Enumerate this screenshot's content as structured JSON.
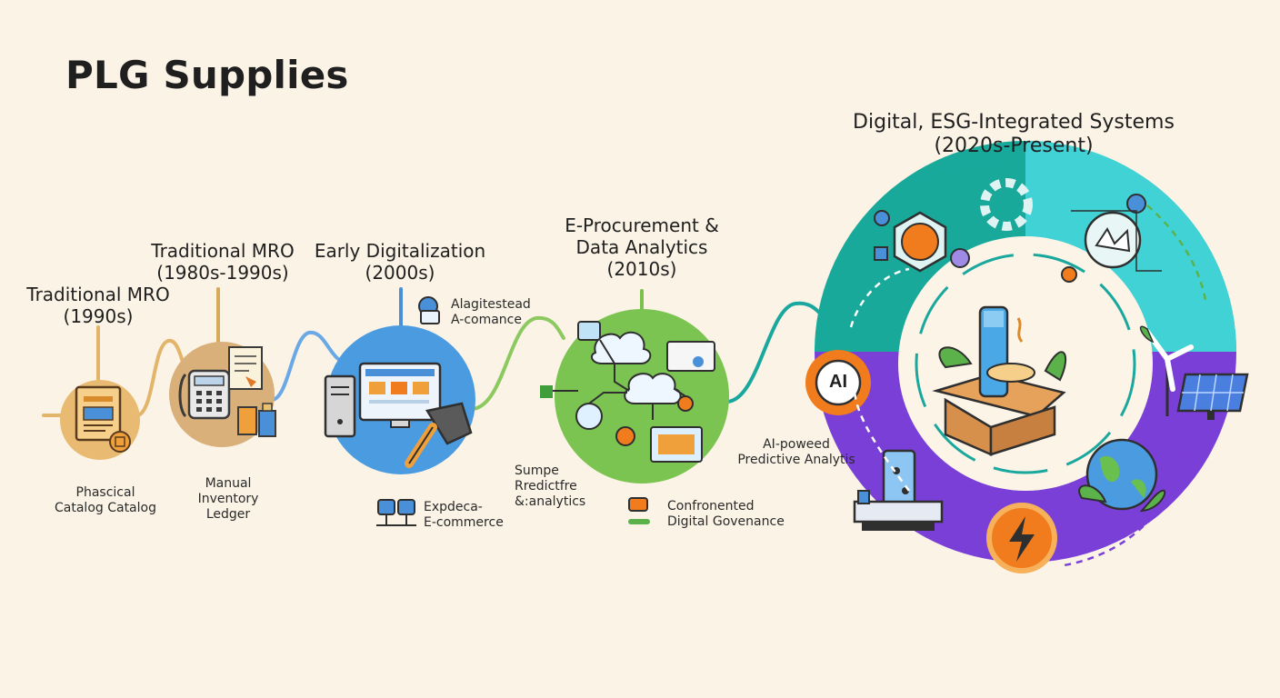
{
  "title": "PLG Supplies",
  "stages": [
    {
      "id": "traditional-mro-1990s",
      "line1": "Traditional MRO",
      "line2": "(1990s)"
    },
    {
      "id": "traditional-mro-1980s",
      "line1": "Traditional MRO",
      "line2": "(1980s-1990s)"
    },
    {
      "id": "early-digitalization",
      "line1": "Early Digitalization",
      "line2": "(2000s)"
    },
    {
      "id": "e-procurement",
      "line1": "E-Procurement &",
      "line2": "Data Analytics",
      "line3": "(2010s)"
    },
    {
      "id": "digital-esg",
      "line1": "Digital, ESG-Integrated Systems",
      "line2": "(2020s-Present)"
    }
  ],
  "captions": {
    "physical_catalog": [
      "Phascical",
      "Catalog Catalog"
    ],
    "manual_ledger": [
      "Manual",
      "Inventory",
      "Ledger"
    ],
    "alagitestead": [
      "Alagitestead",
      "A-comance"
    ],
    "expedca": [
      "Expdeca-",
      "E-commerce"
    ],
    "sumpe": [
      "Sumpe",
      "Rredictfre",
      "&:analytics"
    ],
    "confronted": [
      "Confronented",
      "Digital Govenance"
    ],
    "ai_powered": [
      "AI-poweed",
      "Predictive Analytis"
    ]
  },
  "badge_ai": "AI",
  "colors": {
    "background": "#faf3e6",
    "stage1": "#e6b366",
    "stage2": "#d9a95b",
    "stage3": "#4a90d9",
    "stage4": "#7cc04f",
    "teal": "#1aa79e",
    "cyan": "#3cd0d0",
    "purple": "#7a3fd6",
    "orange": "#f07c1d"
  }
}
